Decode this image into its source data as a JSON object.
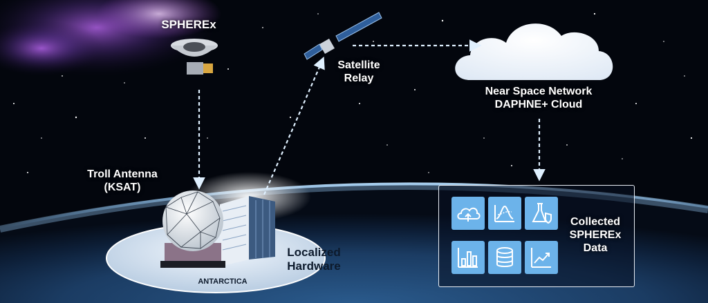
{
  "labels": {
    "spherex": "SPHEREx",
    "relay": [
      "Satellite",
      "Relay"
    ],
    "cloud": [
      "Near Space Network",
      "DAPHNE+ Cloud"
    ],
    "troll": [
      "Troll Antenna",
      "(KSAT)"
    ],
    "hardware": [
      "Localized",
      "Hardware"
    ],
    "antarctica": "ANTARCTICA",
    "collected": [
      "Collected",
      "SPHEREx",
      "Data"
    ]
  },
  "data_tiles": [
    {
      "icon": "cloud-upload-icon"
    },
    {
      "icon": "chart-curve-icon"
    },
    {
      "icon": "flask-shield-icon"
    },
    {
      "icon": "bar-chart-icon"
    },
    {
      "icon": "database-icon"
    },
    {
      "icon": "trend-up-icon"
    }
  ],
  "flow": [
    "SPHEREx -> Troll Antenna",
    "Localized Hardware -> Satellite Relay",
    "Satellite Relay -> Near Space Network",
    "Near Space Network -> Collected SPHEREx Data"
  ],
  "colors": {
    "tile": "#6cb3ea",
    "arrow": "#cfe6ff",
    "text": "#ffffff"
  }
}
